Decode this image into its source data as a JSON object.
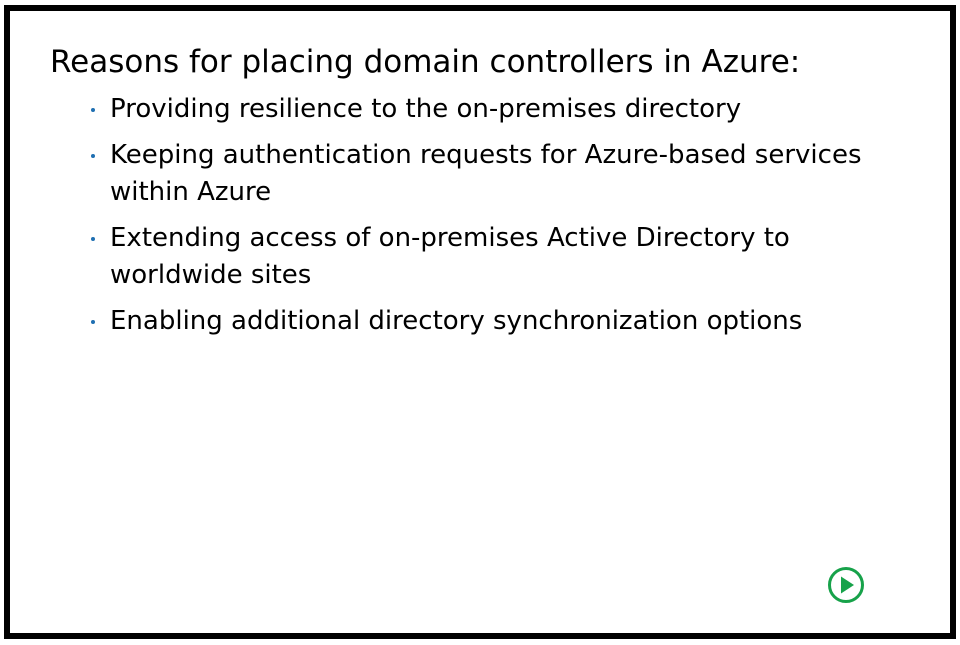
{
  "slide": {
    "title": "Reasons for placing domain controllers in Azure:",
    "bullets": [
      "Providing resilience to the on-premises directory",
      "Keeping authentication requests for Azure-based services within Azure",
      "Extending access of on-premises Active Directory to worldwide sites",
      "Enabling additional directory synchronization options"
    ]
  },
  "controls": {
    "play_icon": "play-circle-icon",
    "play_color": "#17a24a"
  },
  "colors": {
    "text": "#000000",
    "bullet": "#1f6fb2",
    "border": "#000000"
  }
}
